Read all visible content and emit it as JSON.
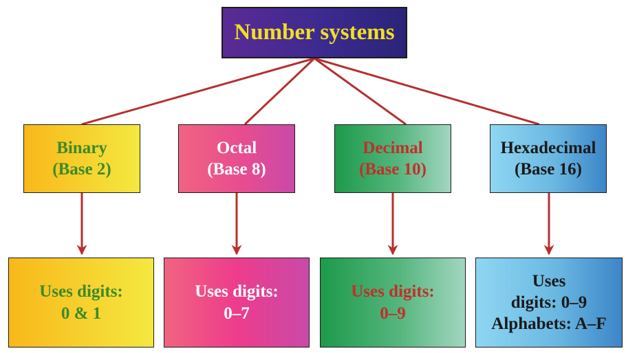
{
  "title": "Number systems",
  "systems": [
    {
      "name": "Binary",
      "base": "(Base 2)",
      "desc_lines": [
        "Uses digits:",
        "0 & 1"
      ]
    },
    {
      "name": "Octal",
      "base": "(Base 8)",
      "desc_lines": [
        "Uses digits:",
        "0–7"
      ]
    },
    {
      "name": "Decimal",
      "base": "(Base 10)",
      "desc_lines": [
        "Uses digits:",
        "0–9"
      ]
    },
    {
      "name": "Hexadecimal",
      "base": "(Base 16)",
      "desc_lines": [
        "Uses",
        "digits: 0–9",
        "Alphabets: A–F"
      ]
    }
  ],
  "colors": {
    "connector": "#b5302e",
    "title_text": "#f0e020",
    "title_bg": "#3b2a8f",
    "binary_text": "#3d8a2a",
    "octal_text": "#ffffff",
    "decimal_text": "#c0302a",
    "hex_text": "#1a1a1a"
  }
}
